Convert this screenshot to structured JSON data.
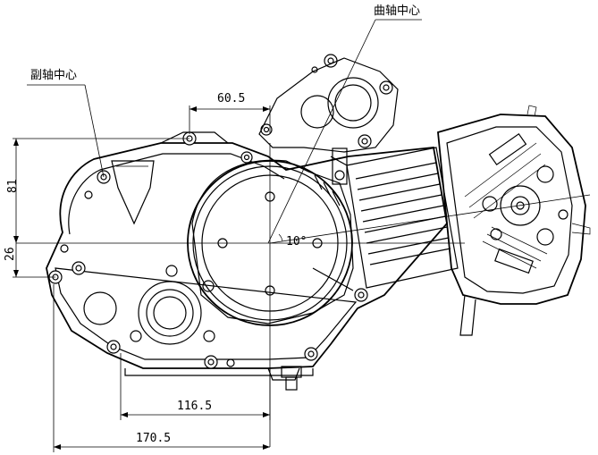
{
  "labels": {
    "crankshaft_center": "曲轴中心",
    "countershaft_center": "副轴中心"
  },
  "dimensions": {
    "d60_5": "60.5",
    "d81": "81",
    "d26": "26",
    "d116_5": "116.5",
    "d170_5": "170.5",
    "angle": "10°"
  },
  "colors": {
    "line": "#000000",
    "background": "#ffffff"
  }
}
